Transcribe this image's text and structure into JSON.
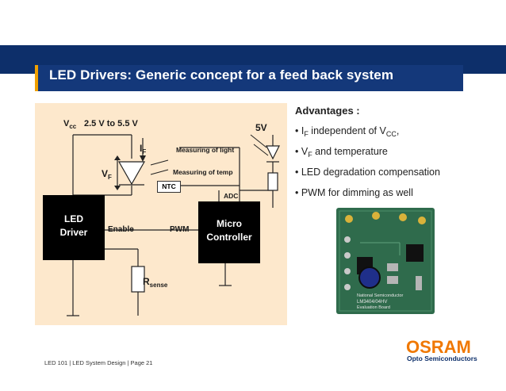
{
  "slide": {
    "title": "LED Drivers: Generic concept for a feed back system",
    "footer": "LED 101  |  LED System Design |  Page 21"
  },
  "diagram": {
    "vcc_main": "V",
    "vcc_sub": "cc",
    "vcc_range": "2.5 V to 5.5 V",
    "five_v": "5V",
    "if_main": "I",
    "if_sub": "F",
    "vf_main": "V",
    "vf_sub": "F",
    "measuring_light": "Measuring of light",
    "measuring_temp": "Measuring of temp",
    "ntc": "NTC",
    "adc": "ADC",
    "enable": "Enable",
    "pwm": "PWM",
    "led_driver_line1": "LED",
    "led_driver_line2": "Driver",
    "micro_line1": "Micro",
    "micro_line2": "Controller",
    "rsense_main": "R",
    "rsense_sub": "sense"
  },
  "advantages": {
    "heading": "Advantages :",
    "item1_a": "• I",
    "item1_sub": "F",
    "item1_b": " independent of V",
    "item1_sub2": "CC",
    "item1_c": ",",
    "item2_a": "• V",
    "item2_sub": "F",
    "item2_b": " and temperature",
    "item3": "• LED degradation compensation",
    "item4": "• PWM for dimming as well"
  },
  "board": {
    "caption_line1": "National Semiconductor",
    "caption_line2": "LM3404/04HV",
    "caption_line3": "Evaluation Board"
  },
  "logo": {
    "name": "OSRAM",
    "subtitle": "Opto Semiconductors"
  },
  "colors": {
    "title_bar": "#14387a",
    "accent": "#f07800",
    "diagram_bg": "#fde8cc",
    "board_green": "#2f6b4c"
  }
}
